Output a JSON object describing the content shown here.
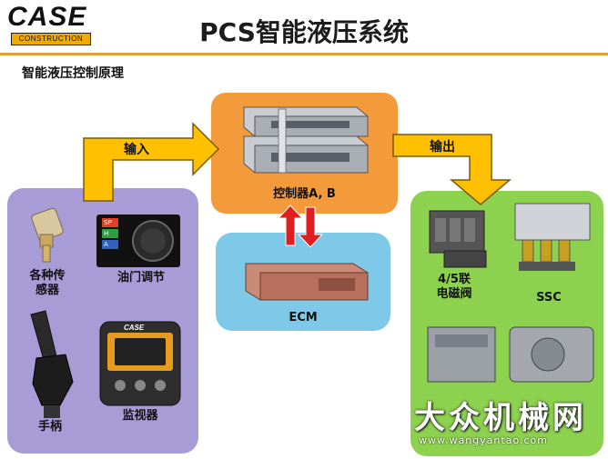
{
  "header": {
    "logo_text": "CASE",
    "logo_sub": "CONSTRUCTION",
    "title": "PCS智能液压系统",
    "subtitle": "智能液压控制原理"
  },
  "arrows": {
    "input_label": "输入",
    "output_label": "输出"
  },
  "inputs": {
    "sensors_label_line1": "各种传",
    "sensors_label_line2": "感器",
    "throttle_label": "油门调节",
    "handle_label": "手柄",
    "monitor_label": "监视器",
    "throttle_dial_marks": [
      "SP",
      "H",
      "A"
    ],
    "monitor_brand": "CASE"
  },
  "controller": {
    "label": "控制器A, B"
  },
  "ecm": {
    "label": "ECM"
  },
  "outputs": {
    "valve_label_line1": "4/5联",
    "valve_label_line2": "电磁阀",
    "ssc_label": "SSC"
  },
  "watermark": {
    "text": "大众机械网",
    "url": "www.wangyantao.com"
  },
  "colors": {
    "inputs_bg": "#a79cd6",
    "controller_bg": "#f39a3a",
    "ecm_bg": "#7ec9e8",
    "outputs_bg": "#8dd24e",
    "arrow_fill": "#ffc000",
    "updown_arrow": "#e02020"
  }
}
